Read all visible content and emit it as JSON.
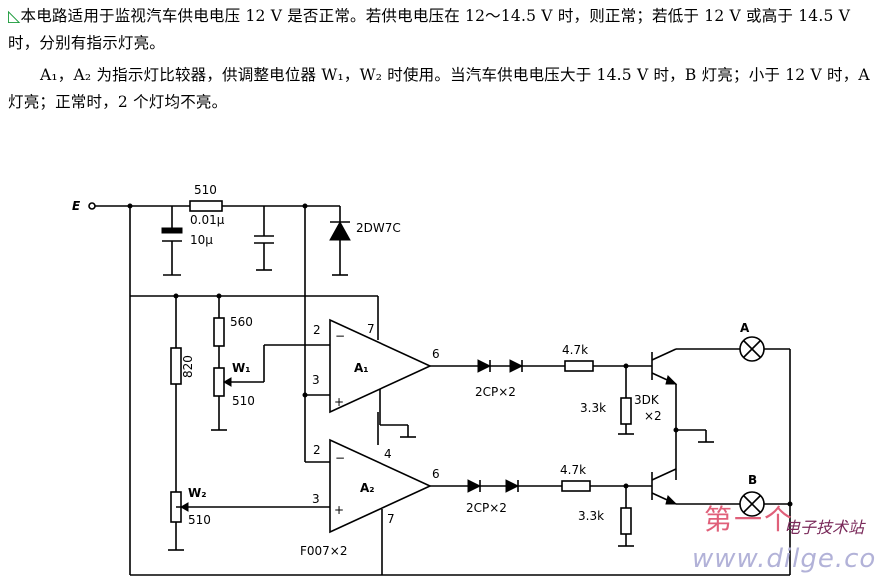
{
  "description": {
    "line1": "本电路适用于监视汽车供电电压 12 V 是否正常。若供电电压在 12～14.5 V 时，则正常；若低于 12 V 或高于 14.5 V 时，分别有指示灯亮。",
    "line2": "A₁，A₂ 为指示灯比较器，供调整电位器 W₁，W₂ 时使用。当汽车供电电压大于 14.5 V 时，B 灯亮；小于 12 V 时，A 灯亮；正常时，2 个灯均不亮。"
  },
  "circuit": {
    "supply_label": "E",
    "r_series": "510",
    "c_small": "0.01μ",
    "c_large": "10μ",
    "zener": "2DW7C",
    "r_560": "560",
    "w1": "W₁",
    "w1_value": "510",
    "r_820": "820",
    "w2": "W₂",
    "w2_value": "510",
    "opamp_a1": "A₁",
    "opamp_a2": "A₂",
    "opamp_part": "F007×2",
    "pin_2a": "2",
    "pin_7a": "7",
    "pin_3a": "3",
    "pin_6a": "6",
    "pin_2b": "2",
    "pin_4b": "4",
    "pin_3b": "3",
    "pin_6b": "6",
    "pin_7b": "7",
    "diodes_top": "2CP×2",
    "diodes_bot": "2CP×2",
    "r_top": "4.7k",
    "r_bot": "4.7k",
    "r_base_top": "3.3k",
    "r_base_bot": "3.3k",
    "transistor_line1": "3DK",
    "transistor_line2": "×2",
    "lamp_a": "A",
    "lamp_b": "B"
  },
  "watermark": {
    "cn_big": "第一个",
    "cn_small": "电子技术站",
    "url": "www.dilge.com"
  }
}
